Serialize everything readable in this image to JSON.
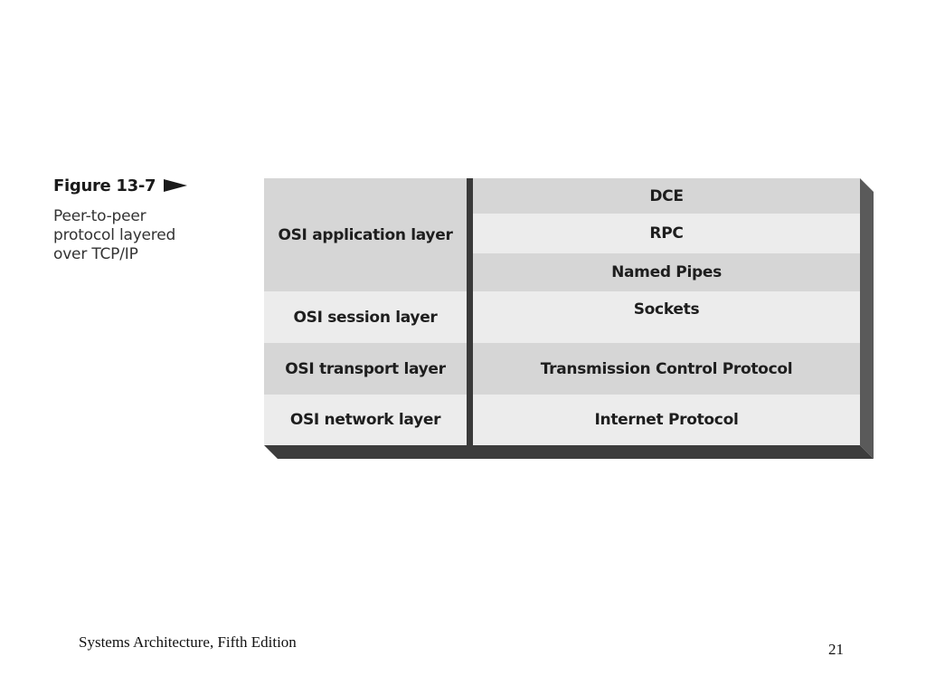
{
  "figure": {
    "title": "Figure 13-7",
    "caption_lines": [
      "Peer-to-peer",
      "protocol layered",
      "over TCP/IP"
    ]
  },
  "diagram": {
    "osi_layers": [
      "OSI application layer",
      "OSI session layer",
      "OSI transport layer",
      "OSI network layer"
    ],
    "protocols": [
      "DCE",
      "RPC",
      "Named Pipes",
      "Sockets",
      "Transmission Control Protocol",
      "Internet Protocol"
    ]
  },
  "footer": {
    "book_title": "Systems Architecture, Fifth Edition",
    "page_number": "21"
  },
  "colors": {
    "dark_band": "#d6d6d6",
    "light_band": "#ececec",
    "divider": "#3a3a3a",
    "shadow": "#3c3c3c"
  }
}
